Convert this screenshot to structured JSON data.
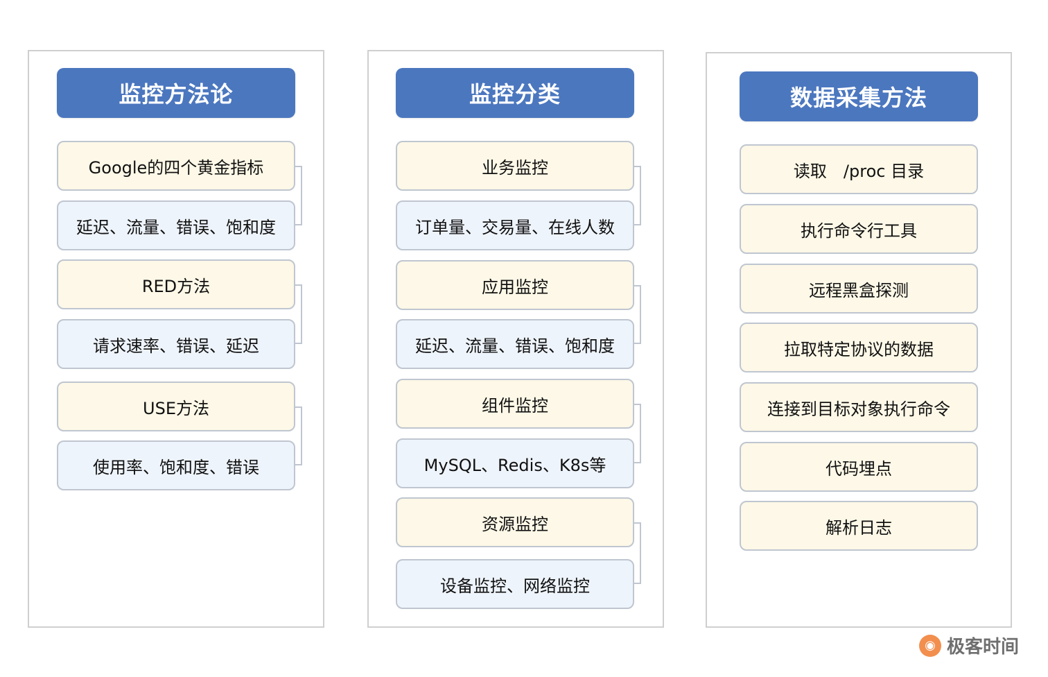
{
  "columns": [
    {
      "header": "监控方法论",
      "items": [
        {
          "text": "Google的四个黄金指标",
          "style": "cream"
        },
        {
          "text": "延迟、流量、错误、饱和度",
          "style": "blue"
        },
        {
          "text": "RED方法",
          "style": "cream"
        },
        {
          "text": "请求速率、错误、延迟",
          "style": "blue"
        },
        {
          "text": "USE方法",
          "style": "cream"
        },
        {
          "text": "使用率、饱和度、错误",
          "style": "blue"
        }
      ]
    },
    {
      "header": "监控分类",
      "items": [
        {
          "text": "业务监控",
          "style": "cream"
        },
        {
          "text": "订单量、交易量、在线人数",
          "style": "blue"
        },
        {
          "text": "应用监控",
          "style": "cream"
        },
        {
          "text": "延迟、流量、错误、饱和度",
          "style": "blue"
        },
        {
          "text": "组件监控",
          "style": "cream"
        },
        {
          "text": "MySQL、Redis、K8s等",
          "style": "blue"
        },
        {
          "text": "资源监控",
          "style": "cream"
        },
        {
          "text": "设备监控、网络监控",
          "style": "blue"
        }
      ]
    },
    {
      "header": "数据采集方法",
      "items": [
        {
          "text": "读取　/proc 目录",
          "style": "cream"
        },
        {
          "text": "执行命令行工具",
          "style": "cream"
        },
        {
          "text": "远程黑盒探测",
          "style": "cream"
        },
        {
          "text": "拉取特定协议的数据",
          "style": "cream"
        },
        {
          "text": "连接到目标对象执行命令",
          "style": "cream"
        },
        {
          "text": "代码埋点",
          "style": "cream"
        },
        {
          "text": "解析日志",
          "style": "cream"
        }
      ]
    }
  ],
  "watermark": {
    "text": "极客时间",
    "icon": "geektime-logo-icon",
    "accent": "#f07c31"
  },
  "colors": {
    "header_bg": "#4b77bf",
    "cream_bg": "#fdf8e7",
    "blue_bg": "#eef4fb",
    "border": "#bfc6d0"
  }
}
